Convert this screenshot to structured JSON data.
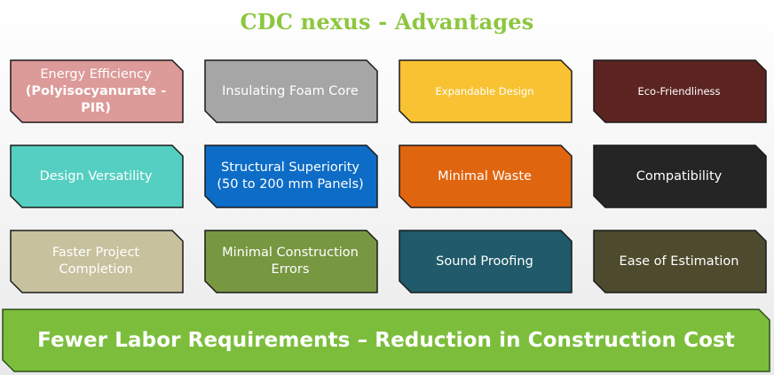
{
  "title": "CDC nexus - Advantages",
  "colors": {
    "title": "#8dc63f",
    "border": "#1a1a1a",
    "banner": "#7cbe3c"
  },
  "tiles": [
    {
      "line1": "Energy Efficiency",
      "line2": "(Polyisocyanurate -",
      "line3": "PIR)",
      "color": "#dc9a99",
      "text_color": "#ffffff"
    },
    {
      "line1": "Insulating Foam Core",
      "line2": "",
      "color": "#a6a6a6",
      "text_color": "#ffffff"
    },
    {
      "line1": "Expandable Design",
      "line2": "",
      "color": "#f8c233",
      "text_color": "#ffffff"
    },
    {
      "line1": "Eco-Friendliness",
      "line2": "",
      "color": "#5c2421",
      "text_color": "#ffffff"
    },
    {
      "line1": "Design Versatility",
      "line2": "",
      "color": "#55cfc1",
      "text_color": "#ffffff"
    },
    {
      "line1": "Structural Superiority",
      "line2": "(50 to 200 mm Panels)",
      "color": "#0d6cc6",
      "text_color": "#ffffff"
    },
    {
      "line1": "Minimal Waste",
      "line2": "",
      "color": "#e0650f",
      "text_color": "#ffffff"
    },
    {
      "line1": "Compatibility",
      "line2": "",
      "color": "#252525",
      "text_color": "#ffffff"
    },
    {
      "line1": "Faster Project",
      "line2": "Completion",
      "color": "#c8c19e",
      "text_color": "#ffffff"
    },
    {
      "line1": "Minimal Construction",
      "line2": "Errors",
      "color": "#779741",
      "text_color": "#ffffff"
    },
    {
      "line1": "Sound Proofing",
      "line2": "",
      "color": "#205a6b",
      "text_color": "#ffffff"
    },
    {
      "line1": "Ease of Estimation",
      "line2": "",
      "color": "#4e4a2d",
      "text_color": "#ffffff"
    }
  ],
  "banner": {
    "text": "Fewer Labor Requirements – Reduction in Construction Cost"
  }
}
